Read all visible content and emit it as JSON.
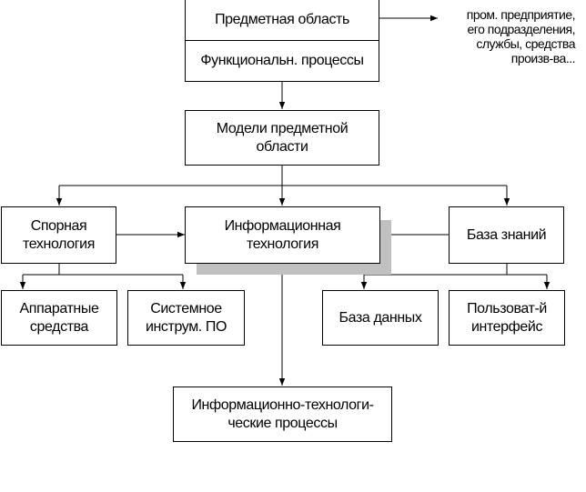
{
  "nodes": {
    "subject_area": "Предметная область",
    "functional_processes": "Функциональн. процессы",
    "subject_models": [
      "Модели предметной",
      "области"
    ],
    "support_tech": [
      "Спорная",
      "технология"
    ],
    "info_tech": [
      "Информационная",
      "технология"
    ],
    "knowledge_base": "База знаний",
    "hardware": [
      "Аппаратные",
      "средства"
    ],
    "system_tools": [
      "Системное",
      "инструм. ПО"
    ],
    "database": "База данных",
    "user_interface": [
      "Пользоват-й",
      "интерфейс"
    ],
    "it_processes": [
      "Информационно-технологи-",
      "ческие процессы"
    ]
  },
  "note": [
    "пром. предприятие,",
    "его подразделения,",
    "службы, средства",
    "произв-ва..."
  ]
}
